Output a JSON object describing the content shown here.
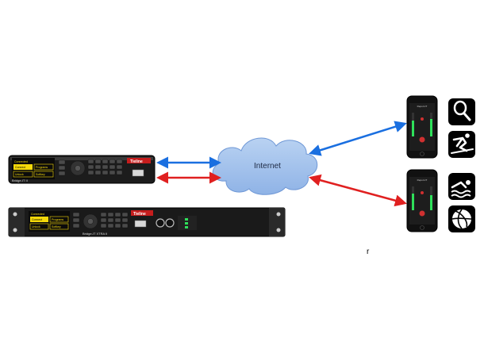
{
  "cloud": {
    "label": "Internet"
  },
  "devices": {
    "bridge_it": {
      "model_label": "Bridge-IT II",
      "brand": "Tieline",
      "screen": {
        "status_line": "Connected",
        "buttons": [
          "Connect",
          "Programs",
          "Unlock",
          "Softkey"
        ]
      }
    },
    "bridge_it_xtra": {
      "model_label": "Bridge-IT XTRA II",
      "brand": "Tieline",
      "screen": {
        "status_line": "Connected",
        "buttons": [
          "Connect",
          "Programs",
          "Unlock",
          "Softkey"
        ]
      }
    }
  },
  "phones": [
    {
      "screen_title": "Report-IT"
    },
    {
      "screen_title": "Report-IT"
    }
  ],
  "sport_icons": [
    "tennis-icon",
    "skiing-icon",
    "swimming-icon",
    "volleyball-icon"
  ],
  "arrows": {
    "blue": "#1a6fe0",
    "red": "#e02020"
  },
  "stray_text": "r"
}
